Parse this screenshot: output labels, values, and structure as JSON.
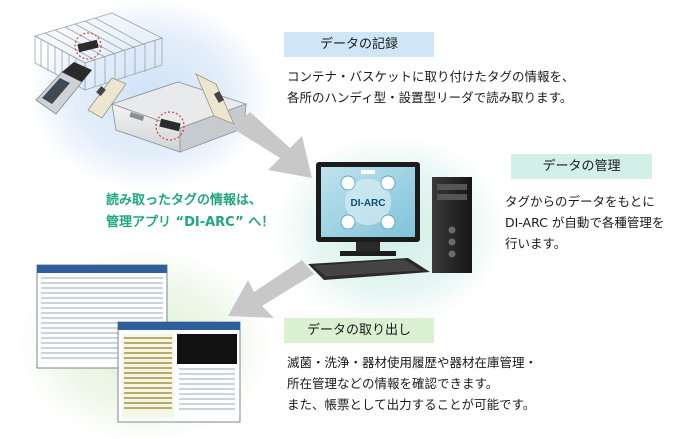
{
  "sections": {
    "record": {
      "title": "データの記録",
      "lines": [
        "コンテナ・バスケットに取り付けたタグの情報を、",
        "各所のハンディ型・設置型リーダで読み取ります。"
      ]
    },
    "manage": {
      "title": "データの管理",
      "lines": [
        "タグからのデータをもとに",
        "DI-ARC が自動で各種管理を",
        "行います。"
      ]
    },
    "output": {
      "title": "データの取り出し",
      "lines": [
        "滅菌・洗浄・器材使用履歴や器材在庫管理・",
        "所在管理などの情報を確認できます。",
        "また、帳票として出力することが可能です。"
      ]
    }
  },
  "callout": {
    "lines": [
      "読み取ったタグの情報は、",
      "管理アプリ “DI-ARC” へ！"
    ]
  },
  "monitor": {
    "logo": "DI-ARC"
  },
  "colors": {
    "record_label_bg": "#cfe6f7",
    "manage_label_bg": "#d2efe8",
    "output_label_bg": "#dcf0d2",
    "callout_text": "#1ea77f",
    "arrow": "#c8c8c8"
  }
}
